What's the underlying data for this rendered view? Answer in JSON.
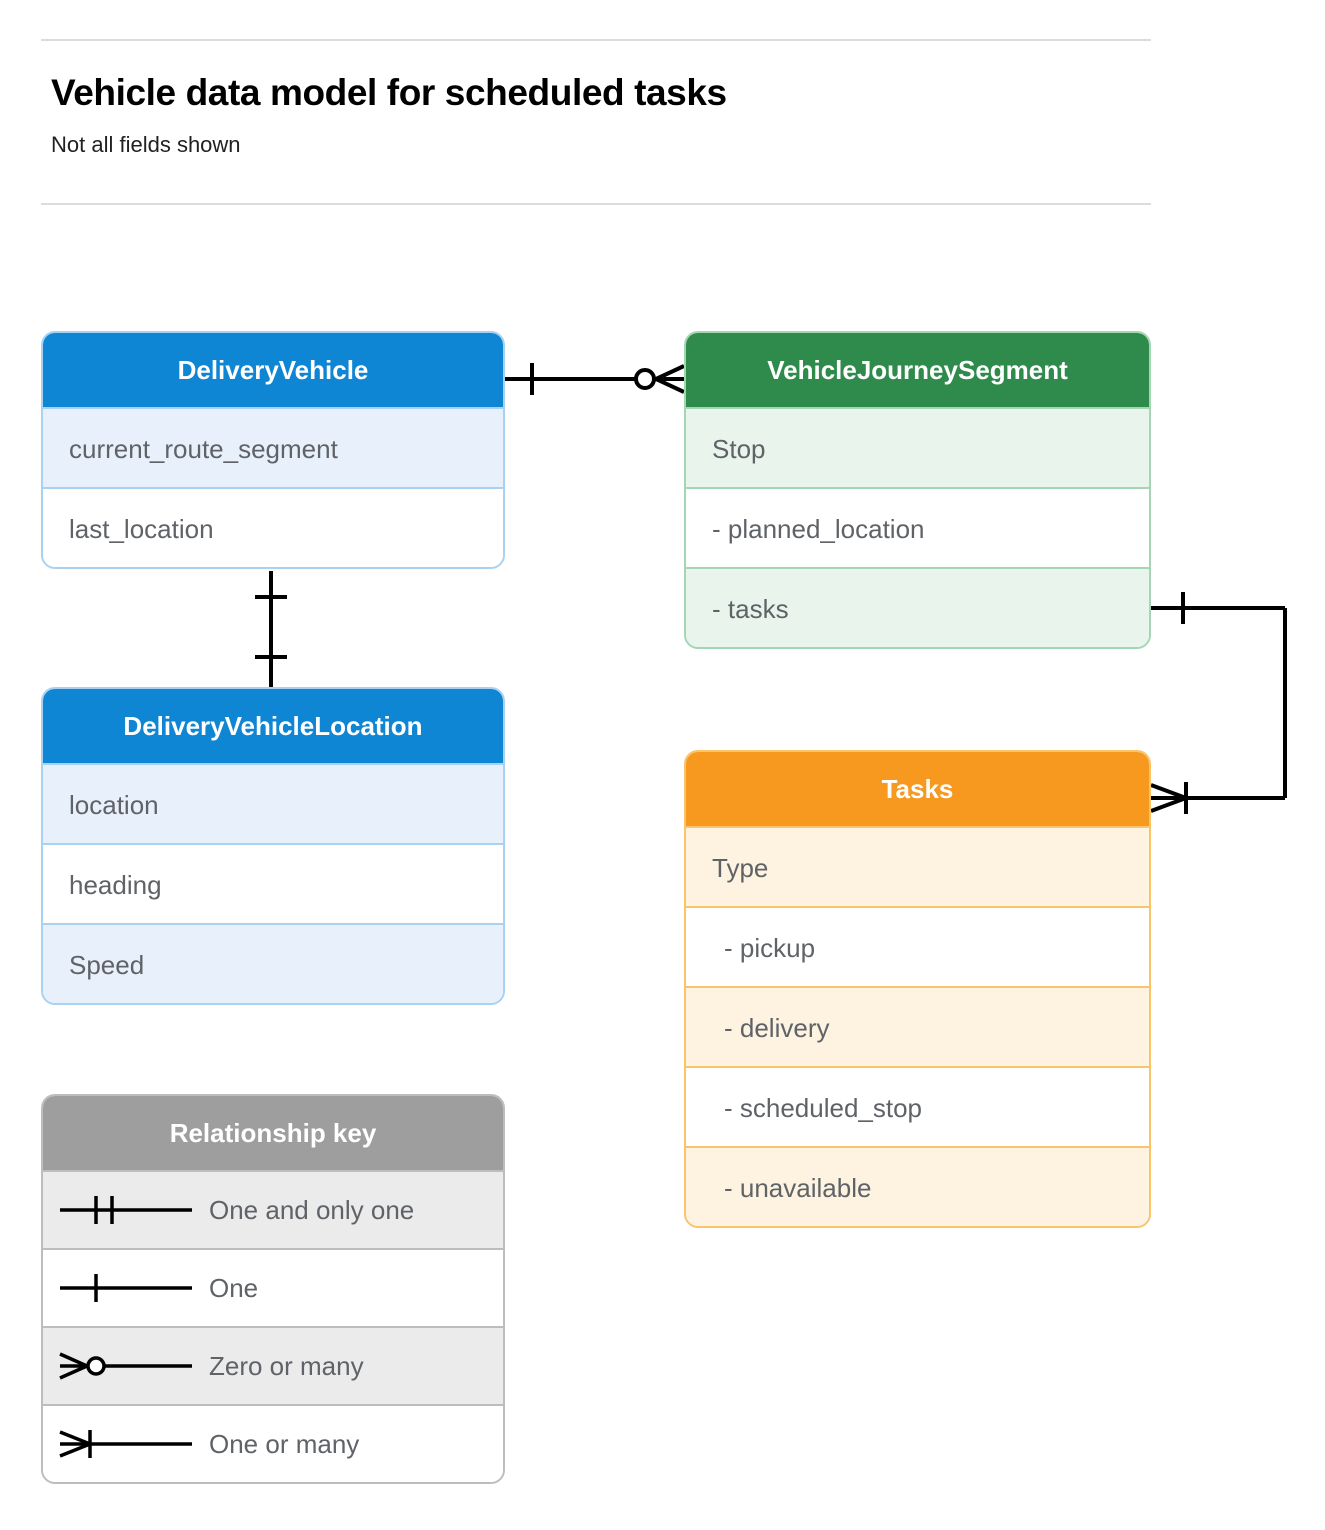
{
  "header": {
    "title": "Vehicle data model for scheduled tasks",
    "subtitle": "Not all fields shown"
  },
  "colors": {
    "blue_header": "#0f86d3",
    "blue_row": "#e8f1fb",
    "blue_border": "#a8d1f2",
    "green_header": "#2e8b4c",
    "green_row": "#e8f4ec",
    "green_border": "#a6d5b4",
    "orange_header": "#f7991f",
    "orange_row": "#fdf3e0",
    "orange_border": "#f9c46a",
    "grey_header": "#9e9e9e",
    "grey_row": "#ebebeb",
    "grey_border": "#bdbdbd",
    "text": "#5f6368",
    "line": "#000000",
    "rule": "#dadce0"
  },
  "entities": [
    {
      "id": "delivery-vehicle",
      "name": "DeliveryVehicle",
      "theme": "blue",
      "fields": [
        {
          "label": "current_route_segment",
          "indent": false
        },
        {
          "label": "last_location",
          "indent": false
        }
      ]
    },
    {
      "id": "vehicle-journey-segment",
      "name": "VehicleJourneySegment",
      "theme": "green",
      "fields": [
        {
          "label": "Stop",
          "indent": false
        },
        {
          "label": "-  planned_location",
          "indent": false
        },
        {
          "label": "- tasks",
          "indent": false
        }
      ]
    },
    {
      "id": "delivery-vehicle-location",
      "name": "DeliveryVehicleLocation",
      "theme": "blue",
      "fields": [
        {
          "label": "location",
          "indent": false
        },
        {
          "label": "heading",
          "indent": false
        },
        {
          "label": "Speed",
          "indent": false
        }
      ]
    },
    {
      "id": "tasks",
      "name": "Tasks",
      "theme": "orange",
      "fields": [
        {
          "label": "Type",
          "indent": false
        },
        {
          "label": "-  pickup",
          "indent": true
        },
        {
          "label": "-  delivery",
          "indent": true
        },
        {
          "label": "-  scheduled_stop",
          "indent": true
        },
        {
          "label": "-  unavailable",
          "indent": true
        }
      ]
    }
  ],
  "legend": {
    "title": "Relationship key",
    "items": [
      {
        "symbol": "one-and-only-one",
        "label": "One and only one"
      },
      {
        "symbol": "one",
        "label": "One"
      },
      {
        "symbol": "zero-or-many",
        "label": "Zero or many"
      },
      {
        "symbol": "one-or-many",
        "label": "One or many"
      }
    ]
  },
  "relationships": [
    {
      "id": "vehicle-to-journey-segment",
      "from": "DeliveryVehicle",
      "to": "VehicleJourneySegment",
      "from_cardinality": "one",
      "to_cardinality": "zero-or-many"
    },
    {
      "id": "vehicle-to-vehicle-location",
      "from": "DeliveryVehicle",
      "to": "DeliveryVehicleLocation",
      "from_cardinality": "one",
      "to_cardinality": "one"
    },
    {
      "id": "journey-segment-tasks-to-tasks",
      "from": "VehicleJourneySegment.tasks",
      "to": "Tasks",
      "from_cardinality": "one",
      "to_cardinality": "one-or-many"
    }
  ]
}
